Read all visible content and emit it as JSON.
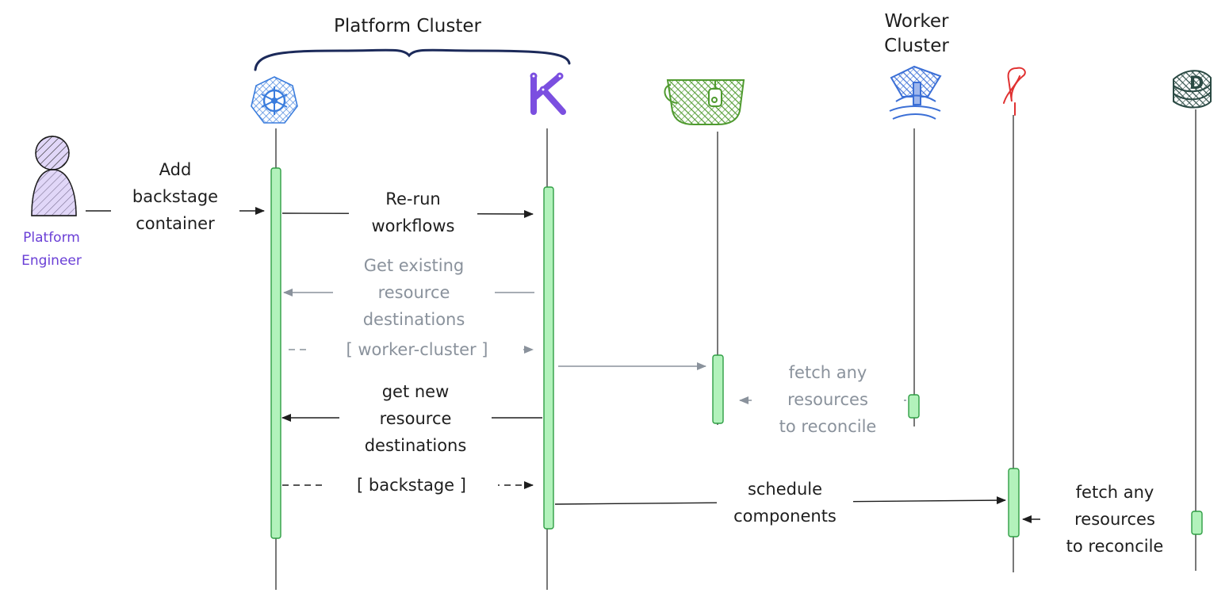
{
  "groups": {
    "platform_cluster": "Platform Cluster",
    "worker_cluster": "Worker\nCluster"
  },
  "actor": {
    "name": "Platform\nEngineer"
  },
  "participants": [
    {
      "icon": "kubernetes-icon"
    },
    {
      "icon": "kratix-icon"
    },
    {
      "icon": "flux-teacup-icon"
    },
    {
      "icon": "argo-cd-icon"
    },
    {
      "icon": "flamingo-icon"
    },
    {
      "icon": "backstage-database-icon"
    }
  ],
  "messages": {
    "add_backstage": "Add\nbackstage\ncontainer",
    "rerun_workflows": "Re-run\nworkflows",
    "get_existing": "Get existing\nresource\ndestinations",
    "worker_cluster": "[ worker-cluster ]",
    "get_new": "get new\nresource\ndestinations",
    "backstage": "[ backstage ]",
    "fetch_worker": "fetch any\nresources\nto reconcile",
    "schedule": "schedule\ncomponents",
    "fetch_backstage": "fetch any\nresources\nto reconcile"
  },
  "colors": {
    "ink": "#1e1e1e",
    "muted": "#8a929c",
    "activation_fill": "#b2f2bb",
    "activation_stroke": "#2f9e44",
    "kubernetes": "#3b7ddd",
    "kratix": "#7b4fe0",
    "flux": "#4f9a2f",
    "argo": "#3b6fd6",
    "flamingo": "#e03131",
    "backstage": "#2b4a44",
    "actor_fill": "#c9b6f2"
  }
}
